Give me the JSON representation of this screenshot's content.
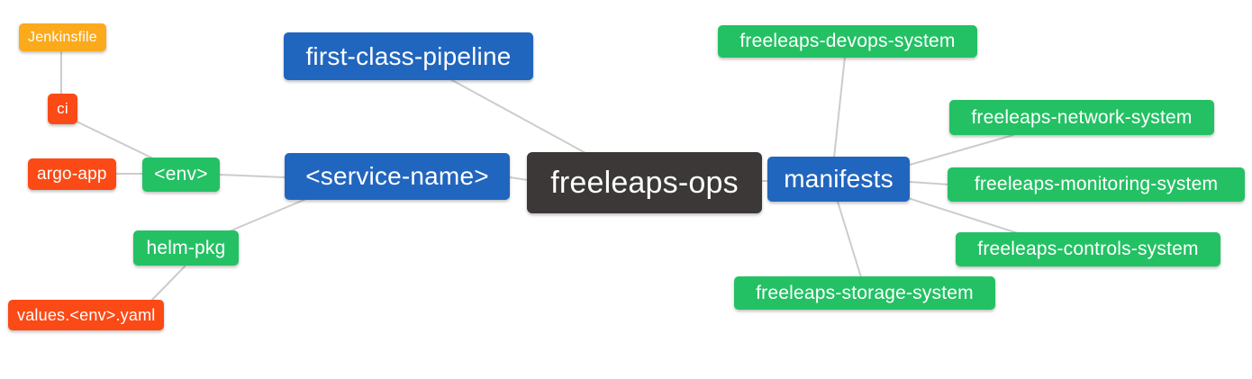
{
  "diagram": {
    "type": "mindmap",
    "root": "freeleaps-ops",
    "palette": {
      "blue": "#2166be",
      "green": "#24c164",
      "red": "#fb4a16",
      "orange": "#fbaa1c",
      "dark": "#3b3837",
      "text": "#ffffff",
      "edge": "#cccccc",
      "background": "#ffffff"
    },
    "nodes": [
      {
        "id": "jenkinsfile",
        "label": "Jenkinsfile",
        "color": "orange"
      },
      {
        "id": "ci",
        "label": "ci",
        "color": "red"
      },
      {
        "id": "argo-app",
        "label": "argo-app",
        "color": "red"
      },
      {
        "id": "env",
        "label": "<env>",
        "color": "green"
      },
      {
        "id": "helm-pkg",
        "label": "helm-pkg",
        "color": "green"
      },
      {
        "id": "values-env-yaml",
        "label": "values.<env>.yaml",
        "color": "red"
      },
      {
        "id": "first-class-pipeline",
        "label": "first-class-pipeline",
        "color": "blue"
      },
      {
        "id": "service-name",
        "label": "<service-name>",
        "color": "blue"
      },
      {
        "id": "freeleaps-ops",
        "label": "freeleaps-ops",
        "color": "dark"
      },
      {
        "id": "manifests",
        "label": "manifests",
        "color": "blue"
      },
      {
        "id": "freeleaps-devops-system",
        "label": "freeleaps-devops-system",
        "color": "green"
      },
      {
        "id": "freeleaps-network-system",
        "label": "freeleaps-network-system",
        "color": "green"
      },
      {
        "id": "freeleaps-monitoring-system",
        "label": "freeleaps-monitoring-system",
        "color": "green"
      },
      {
        "id": "freeleaps-controls-system",
        "label": "freeleaps-controls-system",
        "color": "green"
      },
      {
        "id": "freeleaps-storage-system",
        "label": "freeleaps-storage-system",
        "color": "green"
      }
    ],
    "edges": [
      {
        "from": "jenkinsfile",
        "to": "ci"
      },
      {
        "from": "ci",
        "to": "env"
      },
      {
        "from": "argo-app",
        "to": "env"
      },
      {
        "from": "env",
        "to": "service-name"
      },
      {
        "from": "helm-pkg",
        "to": "service-name"
      },
      {
        "from": "values-env-yaml",
        "to": "helm-pkg"
      },
      {
        "from": "first-class-pipeline",
        "to": "freeleaps-ops"
      },
      {
        "from": "service-name",
        "to": "freeleaps-ops"
      },
      {
        "from": "freeleaps-ops",
        "to": "manifests"
      },
      {
        "from": "manifests",
        "to": "freeleaps-devops-system"
      },
      {
        "from": "manifests",
        "to": "freeleaps-network-system"
      },
      {
        "from": "manifests",
        "to": "freeleaps-monitoring-system"
      },
      {
        "from": "manifests",
        "to": "freeleaps-controls-system"
      },
      {
        "from": "manifests",
        "to": "freeleaps-storage-system"
      }
    ]
  }
}
